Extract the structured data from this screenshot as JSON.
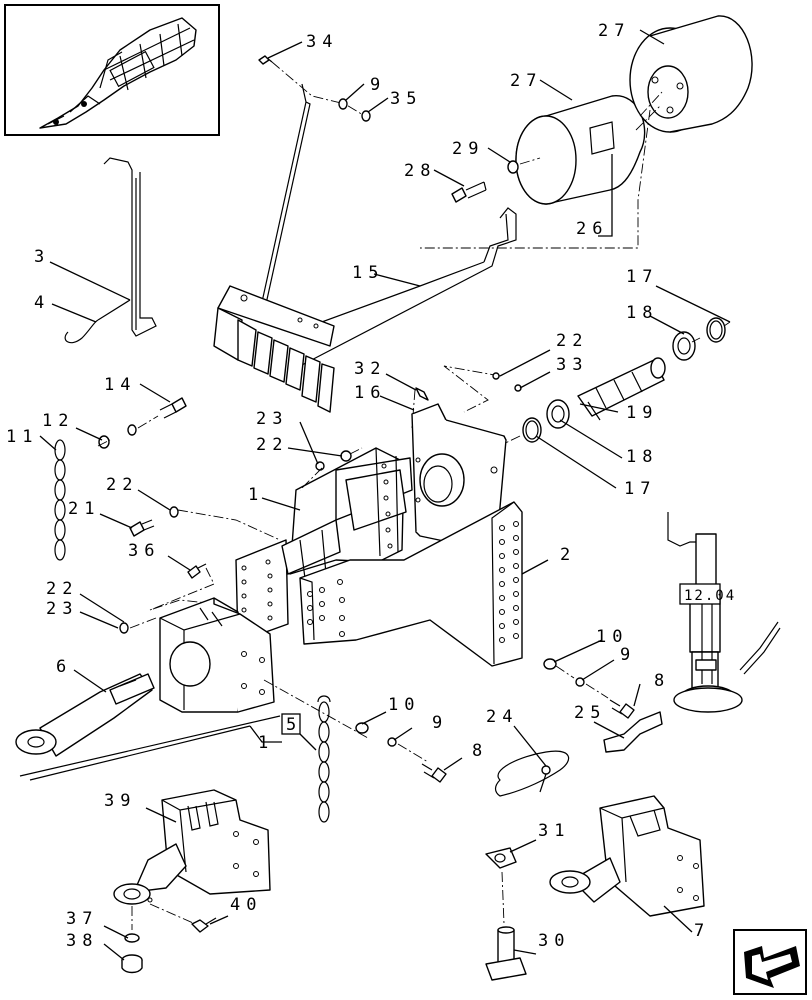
{
  "diagram": {
    "callouts": [
      {
        "id": "c34",
        "text": "34"
      },
      {
        "id": "c9a",
        "text": "9"
      },
      {
        "id": "c35",
        "text": "35"
      },
      {
        "id": "c27a",
        "text": "27"
      },
      {
        "id": "c27b",
        "text": "27"
      },
      {
        "id": "c29",
        "text": "29"
      },
      {
        "id": "c28",
        "text": "28"
      },
      {
        "id": "c26",
        "text": "26"
      },
      {
        "id": "c3",
        "text": "3"
      },
      {
        "id": "c4",
        "text": "4"
      },
      {
        "id": "c15",
        "text": "15"
      },
      {
        "id": "c17a",
        "text": "17"
      },
      {
        "id": "c18a",
        "text": "18"
      },
      {
        "id": "c22a",
        "text": "22"
      },
      {
        "id": "c33",
        "text": "33"
      },
      {
        "id": "c32",
        "text": "32"
      },
      {
        "id": "c16",
        "text": "16"
      },
      {
        "id": "c14",
        "text": "14"
      },
      {
        "id": "c12",
        "text": "12"
      },
      {
        "id": "c11",
        "text": "11"
      },
      {
        "id": "c19",
        "text": "19"
      },
      {
        "id": "c23a",
        "text": "23"
      },
      {
        "id": "c22b",
        "text": "22"
      },
      {
        "id": "c18b",
        "text": "18"
      },
      {
        "id": "c1a",
        "text": "1"
      },
      {
        "id": "c17b",
        "text": "17"
      },
      {
        "id": "c22c",
        "text": "22"
      },
      {
        "id": "c21",
        "text": "21"
      },
      {
        "id": "c36",
        "text": "36"
      },
      {
        "id": "c2",
        "text": "2"
      },
      {
        "id": "c22d",
        "text": "22"
      },
      {
        "id": "c23b",
        "text": "23"
      },
      {
        "id": "c10a",
        "text": "10"
      },
      {
        "id": "c9b",
        "text": "9"
      },
      {
        "id": "c8a",
        "text": "8"
      },
      {
        "id": "c6",
        "text": "6"
      },
      {
        "id": "c10b",
        "text": "10"
      },
      {
        "id": "c9c",
        "text": "9"
      },
      {
        "id": "c8b",
        "text": "8"
      },
      {
        "id": "c24",
        "text": "24"
      },
      {
        "id": "c25",
        "text": "25"
      },
      {
        "id": "c1b",
        "text": "1"
      },
      {
        "id": "c39",
        "text": "39"
      },
      {
        "id": "c31",
        "text": "31"
      },
      {
        "id": "c40",
        "text": "40"
      },
      {
        "id": "c37",
        "text": "37"
      },
      {
        "id": "c38",
        "text": "38"
      },
      {
        "id": "c30",
        "text": "30"
      },
      {
        "id": "c7",
        "text": "7"
      }
    ],
    "ref_box": "5",
    "jack_ref": "12.04"
  }
}
